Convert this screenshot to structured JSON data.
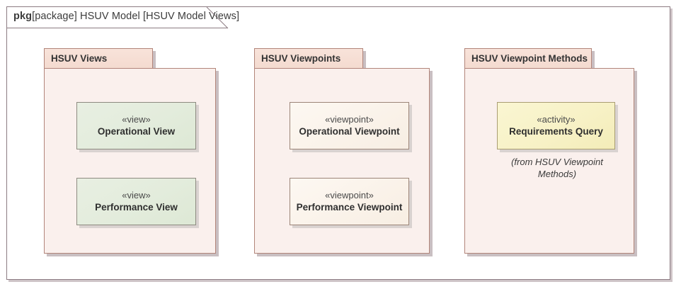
{
  "frame": {
    "keyword": "pkg",
    "qualifier": "[package]",
    "name": "HSUV Model",
    "view_name": "[HSUV Model Views]",
    "full_label": "pkg [package] HSUV Model [HSUV Model Views]"
  },
  "colors": {
    "frame_border": "#8c7b82",
    "frame_shadow": "#cfc5c8",
    "package_border": "#b2857a",
    "package_fill": "#faf0ed",
    "package_tab_fill": "#f6ded4",
    "view_fill": "#e3ecdc",
    "viewpoint_fill": "#faf2e9",
    "activity_fill": "#f7f1c5",
    "node_shadow": "#d9d2d0",
    "text": "#333333"
  },
  "packages": [
    {
      "id": "hsuv-views",
      "name": "HSUV Views",
      "nodes": [
        {
          "id": "operational-view",
          "stereotype": "«view»",
          "name": "Operational View",
          "kind": "view"
        },
        {
          "id": "performance-view",
          "stereotype": "«view»",
          "name": "Performance View",
          "kind": "view"
        }
      ]
    },
    {
      "id": "hsuv-viewpoints",
      "name": "HSUV Viewpoints",
      "nodes": [
        {
          "id": "operational-viewpoint",
          "stereotype": "«viewpoint»",
          "name": "Operational Viewpoint",
          "kind": "viewpoint"
        },
        {
          "id": "performance-viewpoint",
          "stereotype": "«viewpoint»",
          "name": "Performance Viewpoint",
          "kind": "viewpoint"
        }
      ]
    },
    {
      "id": "hsuv-viewpoint-methods",
      "name": "HSUV Viewpoint Methods",
      "nodes": [
        {
          "id": "requirements-query",
          "stereotype": "«activity»",
          "name": "Requirements Query",
          "kind": "activity"
        }
      ],
      "caption": {
        "line1": "(from HSUV Viewpoint",
        "line2": "Methods)"
      }
    }
  ]
}
